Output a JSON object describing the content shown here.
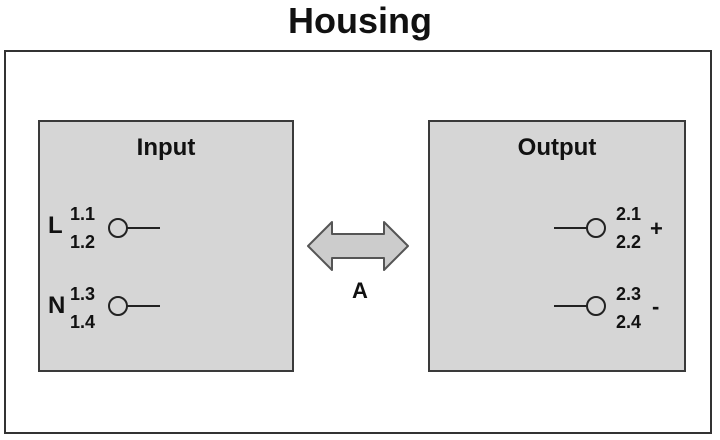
{
  "title": "Housing",
  "input": {
    "title": "Input",
    "terminals": [
      {
        "letter": "L",
        "top": "1.1",
        "bottom": "1.2"
      },
      {
        "letter": "N",
        "top": "1.3",
        "bottom": "1.4"
      }
    ]
  },
  "output": {
    "title": "Output",
    "terminals": [
      {
        "top": "2.1",
        "bottom": "2.2",
        "sign": "+"
      },
      {
        "top": "2.3",
        "bottom": "2.4",
        "sign": "-"
      }
    ]
  },
  "link": {
    "label": "A"
  },
  "colors": {
    "panel": "#d6d6d6",
    "arrow": "#c8c8c8",
    "stroke": "#333333"
  }
}
